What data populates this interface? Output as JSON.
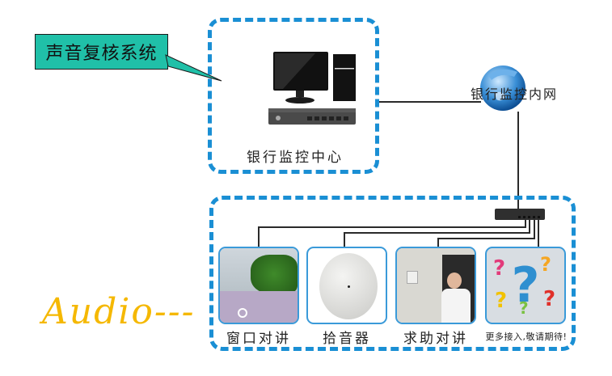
{
  "callout": {
    "label": "声音复核系统",
    "color": "#20c0a8"
  },
  "monitoring_center": {
    "label": "银行监控中心",
    "border_color": "#1a8fd4"
  },
  "network": {
    "label": "银行监控内网",
    "icon": "globe-icon"
  },
  "devices": [
    {
      "label": "窗口对讲",
      "icon": "window-intercom-photo"
    },
    {
      "label": "拾音器",
      "icon": "microphone-dome-photo"
    },
    {
      "label": "求助对讲",
      "icon": "help-intercom-photo"
    },
    {
      "label": "更多接入,敬请期待!",
      "icon": "question-marks-icon"
    }
  ],
  "annotation": {
    "text": "Audio---",
    "color": "#f5b800"
  }
}
